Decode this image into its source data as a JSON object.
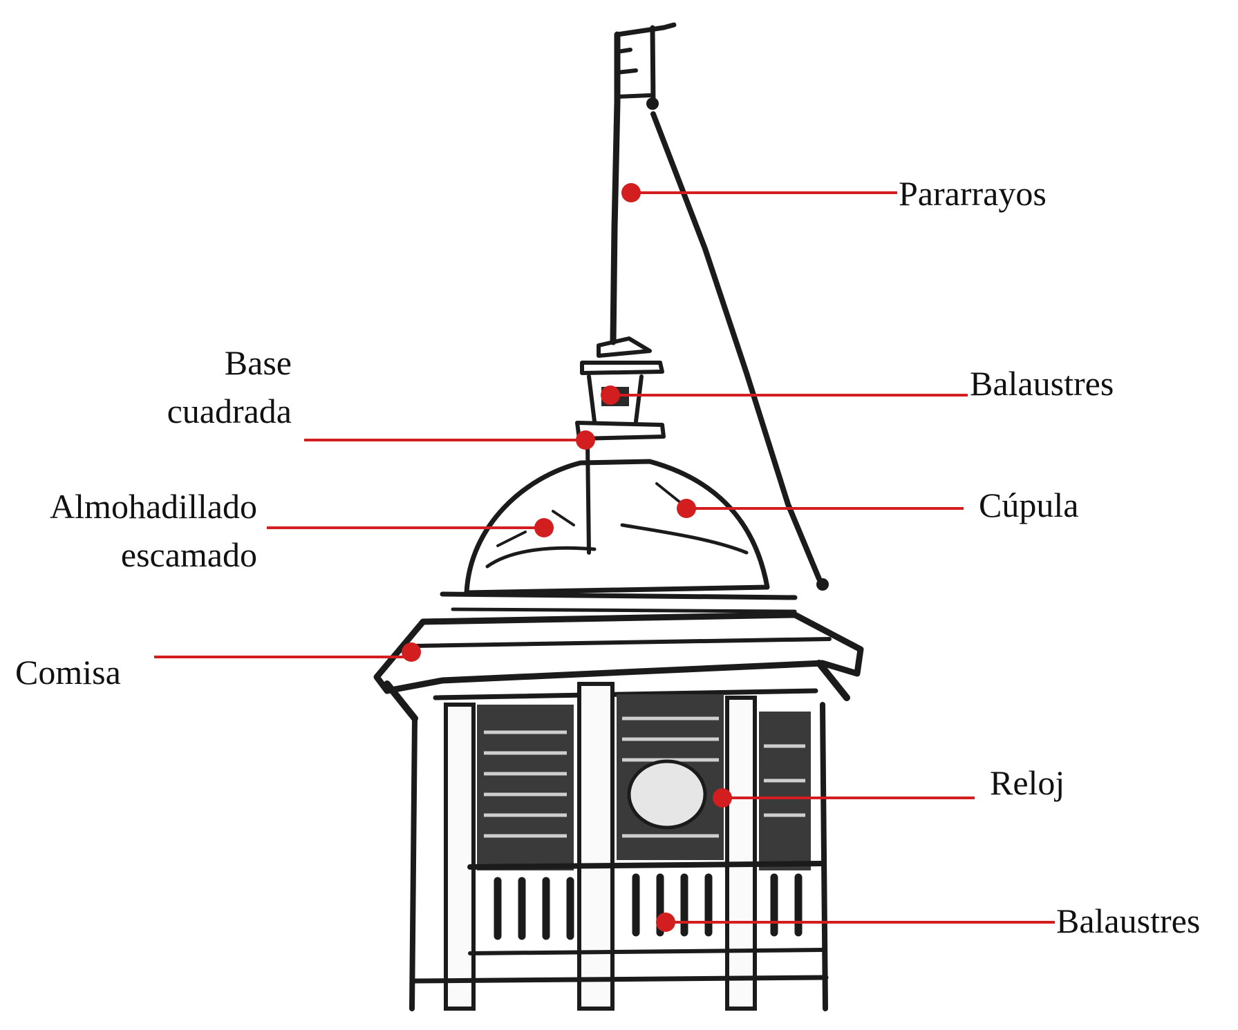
{
  "labels": {
    "pararrayos": "Pararrayos",
    "balaustres_top": "Balaustres",
    "base_line1": "Base",
    "base_line2": "cuadrada",
    "cupula": "Cúpula",
    "almohadillado_line1": "Almohadillado",
    "almohadillado_line2": "escamado",
    "comisa": "Comisa",
    "reloj": "Reloj",
    "balaustres_bottom": "Balaustres"
  },
  "colors": {
    "marker": "#d21e1e",
    "ink": "#1b1b1b",
    "background": "#ffffff"
  }
}
